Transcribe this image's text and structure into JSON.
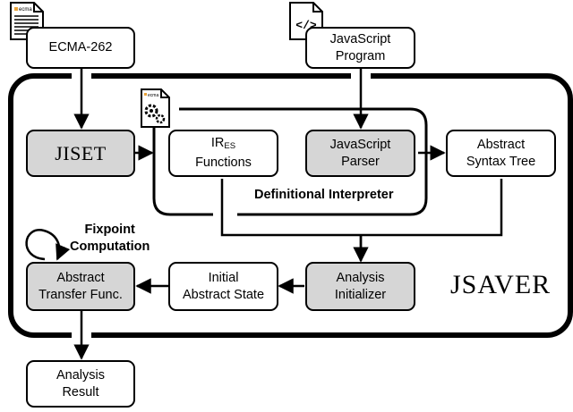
{
  "nodes": {
    "ecma262": "ECMA-262",
    "js_program": "JavaScript\nProgram",
    "jiset": "JISET",
    "ir_main": "IR",
    "ir_sub": "ES",
    "ir_line2": "Functions",
    "js_parser": "JavaScript\nParser",
    "ast": "Abstract\nSyntax Tree",
    "abstract_transfer": "Abstract\nTransfer Func.",
    "initial_state": "Initial\nAbstract State",
    "analysis_initializer": "Analysis\nInitializer",
    "analysis_result": "Analysis\nResult"
  },
  "labels": {
    "definitional_interpreter": "Definitional Interpreter",
    "fixpoint": "Fixpoint\nComputation",
    "jsaver": "JSAVER",
    "ecma_badge": "ecma",
    "code_glyph": "</>"
  },
  "colors": {
    "stroke": "#000000",
    "gray_fill": "#d6d6d6",
    "ecma_orange": "#e8a23a"
  }
}
